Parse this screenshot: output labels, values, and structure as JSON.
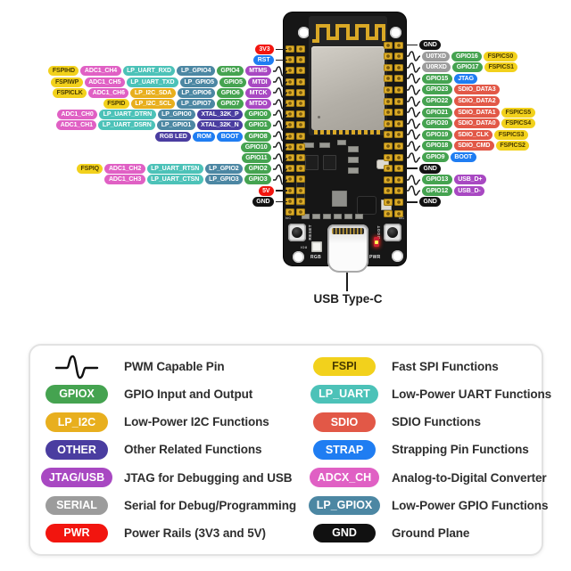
{
  "usb_label": "USB Type-C",
  "board": {
    "silkscreen": {
      "reset": "RESET",
      "boot": "BOOT",
      "rgb": "RGB",
      "pwr": "PWR",
      "io8": "IO8",
      "nc": "NC"
    }
  },
  "categories": {
    "PWR": {
      "bg": "#f2150f",
      "fg": "#ffffff"
    },
    "STRAP": {
      "bg": "#1f7df2",
      "fg": "#ffffff"
    },
    "GPIO": {
      "bg": "#45a350",
      "fg": "#ffffff"
    },
    "FSPI": {
      "bg": "#f2d11c",
      "fg": "#4a3c00"
    },
    "LP_I2C": {
      "bg": "#e8af1e",
      "fg": "#ffffff"
    },
    "LP_UART": {
      "bg": "#4cc2b8",
      "fg": "#ffffff"
    },
    "LP_GPIO": {
      "bg": "#4c87a3",
      "fg": "#ffffff"
    },
    "ADC": {
      "bg": "#e060c4",
      "fg": "#ffffff"
    },
    "JTAG_USB": {
      "bg": "#a848c2",
      "fg": "#ffffff"
    },
    "OTHER": {
      "bg": "#4a3da0",
      "fg": "#ffffff"
    },
    "SERIAL": {
      "bg": "#9c9c9c",
      "fg": "#ffffff"
    },
    "SDIO": {
      "bg": "#e25847",
      "fg": "#ffffff"
    },
    "GND": {
      "bg": "#111111",
      "fg": "#ffffff"
    }
  },
  "pinout": {
    "left": [
      {
        "pwm": false,
        "badges": [
          {
            "label": "3V3",
            "cat": "PWR"
          }
        ]
      },
      {
        "pwm": false,
        "badges": [
          {
            "label": "RST",
            "cat": "STRAP"
          }
        ]
      },
      {
        "pwm": true,
        "badges": [
          {
            "label": "FSPIHD",
            "cat": "FSPI"
          },
          {
            "label": "ADC1_CH4",
            "cat": "ADC"
          },
          {
            "label": "LP_UART_RXD",
            "cat": "LP_UART"
          },
          {
            "label": "LP_GPIO4",
            "cat": "LP_GPIO"
          },
          {
            "label": "GPIO4",
            "cat": "GPIO"
          },
          {
            "label": "MTMS",
            "cat": "JTAG_USB"
          }
        ]
      },
      {
        "pwm": true,
        "badges": [
          {
            "label": "FSPIWP",
            "cat": "FSPI"
          },
          {
            "label": "ADC1_CH5",
            "cat": "ADC"
          },
          {
            "label": "LP_UART_TXD",
            "cat": "LP_UART"
          },
          {
            "label": "LP_GPIO5",
            "cat": "LP_GPIO"
          },
          {
            "label": "GPIO5",
            "cat": "GPIO"
          },
          {
            "label": "MTDI",
            "cat": "JTAG_USB"
          }
        ]
      },
      {
        "pwm": true,
        "badges": [
          {
            "label": "FSPICLK",
            "cat": "FSPI"
          },
          {
            "label": "ADC1_CH6",
            "cat": "ADC"
          },
          {
            "label": "LP_I2C_SDA",
            "cat": "LP_I2C"
          },
          {
            "label": "LP_GPIO6",
            "cat": "LP_GPIO"
          },
          {
            "label": "GPIO6",
            "cat": "GPIO"
          },
          {
            "label": "MTCK",
            "cat": "JTAG_USB"
          }
        ]
      },
      {
        "pwm": true,
        "badges": [
          {
            "label": "FSPID",
            "cat": "FSPI"
          },
          {
            "label": "LP_I2C_SCL",
            "cat": "LP_I2C"
          },
          {
            "label": "LP_GPIO7",
            "cat": "LP_GPIO"
          },
          {
            "label": "GPIO7",
            "cat": "GPIO"
          },
          {
            "label": "MTDO",
            "cat": "JTAG_USB"
          }
        ]
      },
      {
        "pwm": true,
        "badges": [
          {
            "label": "ADC1_CH0",
            "cat": "ADC"
          },
          {
            "label": "LP_UART_DTRN",
            "cat": "LP_UART"
          },
          {
            "label": "LP_GPIO0",
            "cat": "LP_GPIO"
          },
          {
            "label": "XTAL_32K_P",
            "cat": "OTHER"
          },
          {
            "label": "GPIO0",
            "cat": "GPIO"
          }
        ]
      },
      {
        "pwm": true,
        "badges": [
          {
            "label": "ADC1_CH1",
            "cat": "ADC"
          },
          {
            "label": "LP_UART_DSRN",
            "cat": "LP_UART"
          },
          {
            "label": "LP_GPIO1",
            "cat": "LP_GPIO"
          },
          {
            "label": "XTAL_32K_N",
            "cat": "OTHER"
          },
          {
            "label": "GPIO1",
            "cat": "GPIO"
          }
        ]
      },
      {
        "pwm": true,
        "badges": [
          {
            "label": "RGB LED",
            "cat": "OTHER"
          },
          {
            "label": "ROM",
            "cat": "STRAP"
          },
          {
            "label": "BOOT",
            "cat": "STRAP"
          },
          {
            "label": "GPIO8",
            "cat": "GPIO"
          }
        ]
      },
      {
        "pwm": true,
        "badges": [
          {
            "label": "GPIO10",
            "cat": "GPIO"
          }
        ]
      },
      {
        "pwm": true,
        "badges": [
          {
            "label": "GPIO11",
            "cat": "GPIO"
          }
        ]
      },
      {
        "pwm": true,
        "badges": [
          {
            "label": "FSPIQ",
            "cat": "FSPI"
          },
          {
            "label": "ADC1_CH2",
            "cat": "ADC"
          },
          {
            "label": "LP_UART_RTSN",
            "cat": "LP_UART"
          },
          {
            "label": "LP_GPIO2",
            "cat": "LP_GPIO"
          },
          {
            "label": "GPIO2",
            "cat": "GPIO"
          }
        ]
      },
      {
        "pwm": true,
        "badges": [
          {
            "label": "ADC1_CH3",
            "cat": "ADC"
          },
          {
            "label": "LP_UART_CTSN",
            "cat": "LP_UART"
          },
          {
            "label": "LP_GPIO3",
            "cat": "LP_GPIO"
          },
          {
            "label": "GPIO3",
            "cat": "GPIO"
          }
        ]
      },
      {
        "pwm": false,
        "badges": [
          {
            "label": "5V",
            "cat": "PWR"
          }
        ]
      },
      {
        "pwm": false,
        "badges": [
          {
            "label": "GND",
            "cat": "GND"
          }
        ]
      }
    ],
    "right": [
      {
        "pwm": false,
        "badges": [
          {
            "label": "GND",
            "cat": "GND"
          }
        ]
      },
      {
        "pwm": true,
        "badges": [
          {
            "label": "U0TXD",
            "cat": "SERIAL"
          },
          {
            "label": "GPIO16",
            "cat": "GPIO"
          },
          {
            "label": "FSPICS0",
            "cat": "FSPI"
          }
        ]
      },
      {
        "pwm": true,
        "badges": [
          {
            "label": "U0RXD",
            "cat": "SERIAL"
          },
          {
            "label": "GPIO17",
            "cat": "GPIO"
          },
          {
            "label": "FSPICS1",
            "cat": "FSPI"
          }
        ]
      },
      {
        "pwm": true,
        "badges": [
          {
            "label": "GPIO15",
            "cat": "GPIO"
          },
          {
            "label": "JTAG",
            "cat": "STRAP"
          }
        ]
      },
      {
        "pwm": true,
        "badges": [
          {
            "label": "GPIO23",
            "cat": "GPIO"
          },
          {
            "label": "SDIO_DATA3",
            "cat": "SDIO"
          }
        ]
      },
      {
        "pwm": true,
        "badges": [
          {
            "label": "GPIO22",
            "cat": "GPIO"
          },
          {
            "label": "SDIO_DATA2",
            "cat": "SDIO"
          }
        ]
      },
      {
        "pwm": true,
        "badges": [
          {
            "label": "GPIO21",
            "cat": "GPIO"
          },
          {
            "label": "SDIO_DATA1",
            "cat": "SDIO"
          },
          {
            "label": "FSPICS5",
            "cat": "FSPI"
          }
        ]
      },
      {
        "pwm": true,
        "badges": [
          {
            "label": "GPIO20",
            "cat": "GPIO"
          },
          {
            "label": "SDIO_DATA0",
            "cat": "SDIO"
          },
          {
            "label": "FSPICS4",
            "cat": "FSPI"
          }
        ]
      },
      {
        "pwm": true,
        "badges": [
          {
            "label": "GPIO19",
            "cat": "GPIO"
          },
          {
            "label": "SDIO_CLK",
            "cat": "SDIO"
          },
          {
            "label": "FSPICS3",
            "cat": "FSPI"
          }
        ]
      },
      {
        "pwm": true,
        "badges": [
          {
            "label": "GPIO18",
            "cat": "GPIO"
          },
          {
            "label": "SDIO_CMD",
            "cat": "SDIO"
          },
          {
            "label": "FSPICS2",
            "cat": "FSPI"
          }
        ]
      },
      {
        "pwm": true,
        "badges": [
          {
            "label": "GPIO9",
            "cat": "GPIO"
          },
          {
            "label": "BOOT",
            "cat": "STRAP"
          }
        ]
      },
      {
        "pwm": false,
        "badges": [
          {
            "label": "GND",
            "cat": "GND"
          }
        ]
      },
      {
        "pwm": true,
        "badges": [
          {
            "label": "GPIO13",
            "cat": "GPIO"
          },
          {
            "label": "USB_D+",
            "cat": "JTAG_USB"
          }
        ]
      },
      {
        "pwm": true,
        "badges": [
          {
            "label": "GPIO12",
            "cat": "GPIO"
          },
          {
            "label": "USB_D-",
            "cat": "JTAG_USB"
          }
        ]
      },
      {
        "pwm": false,
        "badges": [
          {
            "label": "GND",
            "cat": "GND"
          }
        ]
      }
    ]
  },
  "legend": {
    "left": [
      {
        "icon": "pwm",
        "text": "PWM Capable Pin"
      },
      {
        "badge": "GPIOX",
        "cat": "GPIO",
        "text": "GPIO Input and Output"
      },
      {
        "badge": "LP_I2C",
        "cat": "LP_I2C",
        "text": "Low-Power I2C Functions"
      },
      {
        "badge": "OTHER",
        "cat": "OTHER",
        "text": "Other Related Functions"
      },
      {
        "badge": "JTAG/USB",
        "cat": "JTAG_USB",
        "text": "JTAG for Debugging and USB"
      },
      {
        "badge": "SERIAL",
        "cat": "SERIAL",
        "text": "Serial for Debug/Programming"
      },
      {
        "badge": "PWR",
        "cat": "PWR",
        "text": "Power Rails (3V3 and 5V)"
      }
    ],
    "right": [
      {
        "badge": "FSPI",
        "cat": "FSPI",
        "text": "Fast SPI Functions"
      },
      {
        "badge": "LP_UART",
        "cat": "LP_UART",
        "text": "Low-Power UART Functions"
      },
      {
        "badge": "SDIO",
        "cat": "SDIO",
        "text": "SDIO Functions"
      },
      {
        "badge": "STRAP",
        "cat": "STRAP",
        "text": "Strapping Pin Functions"
      },
      {
        "badge": "ADCX_CH",
        "cat": "ADC",
        "text": "Analog-to-Digital Converter"
      },
      {
        "badge": "LP_GPIOX",
        "cat": "LP_GPIO",
        "text": "Low-Power GPIO Functions"
      },
      {
        "badge": "GND",
        "cat": "GND",
        "text": "Ground Plane"
      }
    ]
  }
}
